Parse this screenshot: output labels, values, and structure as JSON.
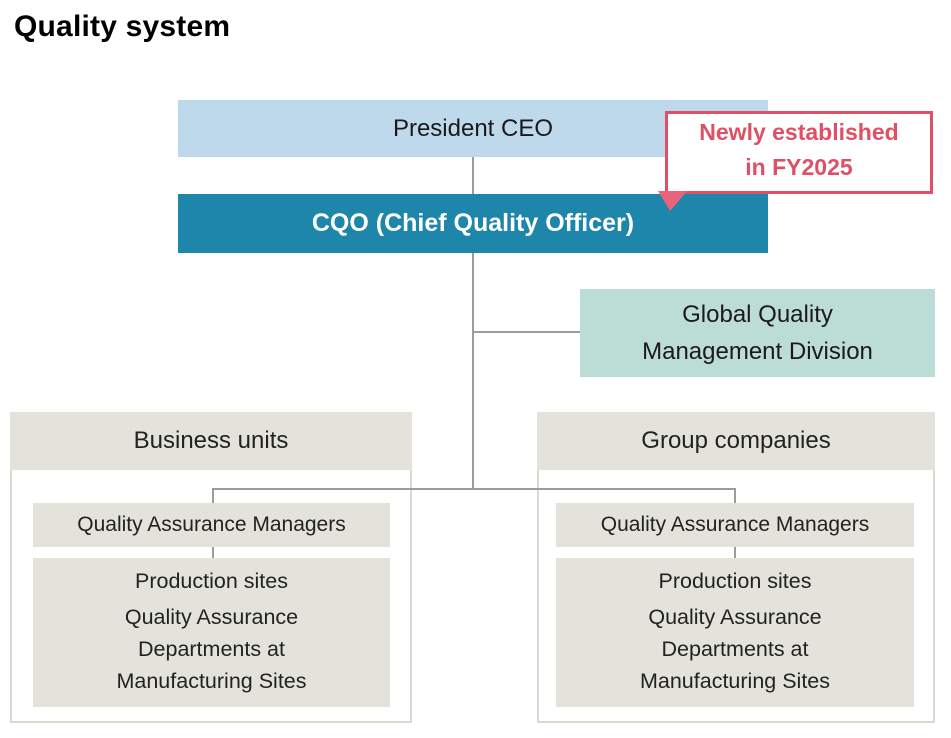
{
  "page": {
    "title": "Quality system"
  },
  "chart": {
    "president": {
      "label": "President CEO"
    },
    "cqo": {
      "label": "CQO (Chief Quality Officer)"
    },
    "callout": {
      "line1": "Newly established",
      "line2": "in FY2025"
    },
    "global_division": {
      "line1": "Global Quality",
      "line2": "Management Division"
    },
    "groups": [
      {
        "header": "Business units",
        "qa_managers": "Quality Assurance Managers",
        "production_title": "Production sites",
        "dept_lines": [
          "Quality Assurance",
          "Departments at",
          "Manufacturing Sites"
        ]
      },
      {
        "header": "Group companies",
        "qa_managers": "Quality Assurance Managers",
        "production_title": "Production sites",
        "dept_lines": [
          "Quality Assurance",
          "Departments at",
          "Manufacturing Sites"
        ]
      }
    ]
  },
  "colors": {
    "president_blue": "#bed8ec",
    "cqo_teal": "#1f86ab",
    "global_light_teal": "#bcdcd6",
    "gray_box": "#e3e2db",
    "container_border": "#dcdad0",
    "accent_pink": "#df5066",
    "callout_tail_pink": "#e8647b",
    "connector_gray": "#9c9c9c"
  }
}
